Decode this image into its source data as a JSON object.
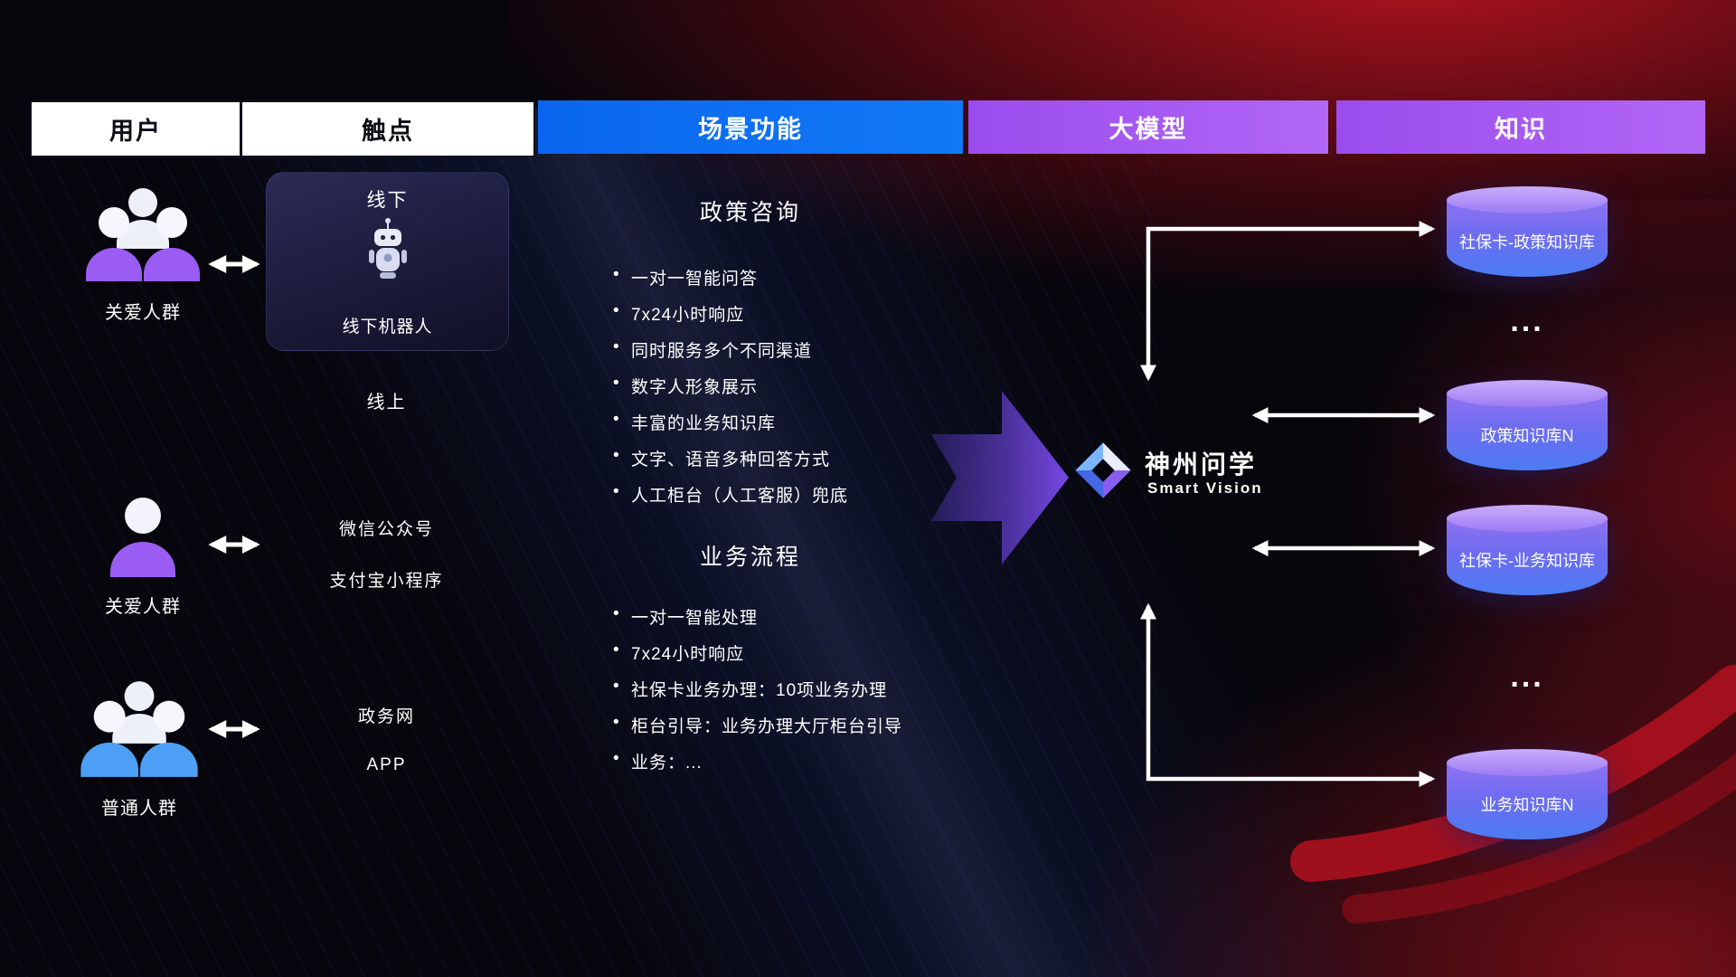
{
  "header": {
    "columns": [
      {
        "label": "用户"
      },
      {
        "label": "触点"
      },
      {
        "label": "场景功能"
      },
      {
        "label": "大模型"
      },
      {
        "label": "知识"
      }
    ]
  },
  "users": [
    {
      "label": "关爱人群"
    },
    {
      "label": "关爱人群"
    },
    {
      "label": "普通人群"
    }
  ],
  "touchpoint": {
    "offline_title": "线下",
    "offline_robot": "线下机器人",
    "online_title": "线上",
    "wechat": "微信公众号",
    "alipay": "支付宝小程序",
    "gov_web": "政务网",
    "app": "APP"
  },
  "scenarios": {
    "policy": {
      "title": "政策咨询",
      "items": [
        "一对一智能问答",
        "7x24小时响应",
        "同时服务多个不同渠道",
        "数字人形象展示",
        "丰富的业务知识库",
        "文字、语音多种回答方式",
        "人工柜台（人工客服）兜底"
      ]
    },
    "process": {
      "title": "业务流程",
      "items": [
        "一对一智能处理",
        "7x24小时响应",
        "社保卡业务办理：10项业务办理",
        "柜台引导：业务办理大厅柜台引导",
        "业务：..."
      ]
    }
  },
  "model": {
    "name": "神州问学",
    "subtitle": "Smart Vision"
  },
  "knowledge": {
    "items": [
      "社保卡-政策知识库",
      "政策知识库N",
      "社保卡-业务知识库",
      "业务知识库N"
    ],
    "ellipsis": "..."
  },
  "colors": {
    "header_blue": "#0a6ef0",
    "header_purple": "#a55cf2",
    "user_purple": "#9b5cf3",
    "user_blue": "#4da0f5",
    "db_purple_top": "#8f72f0",
    "db_blue_bottom": "#4b7cf2",
    "arrow_white": "#ffffff"
  }
}
